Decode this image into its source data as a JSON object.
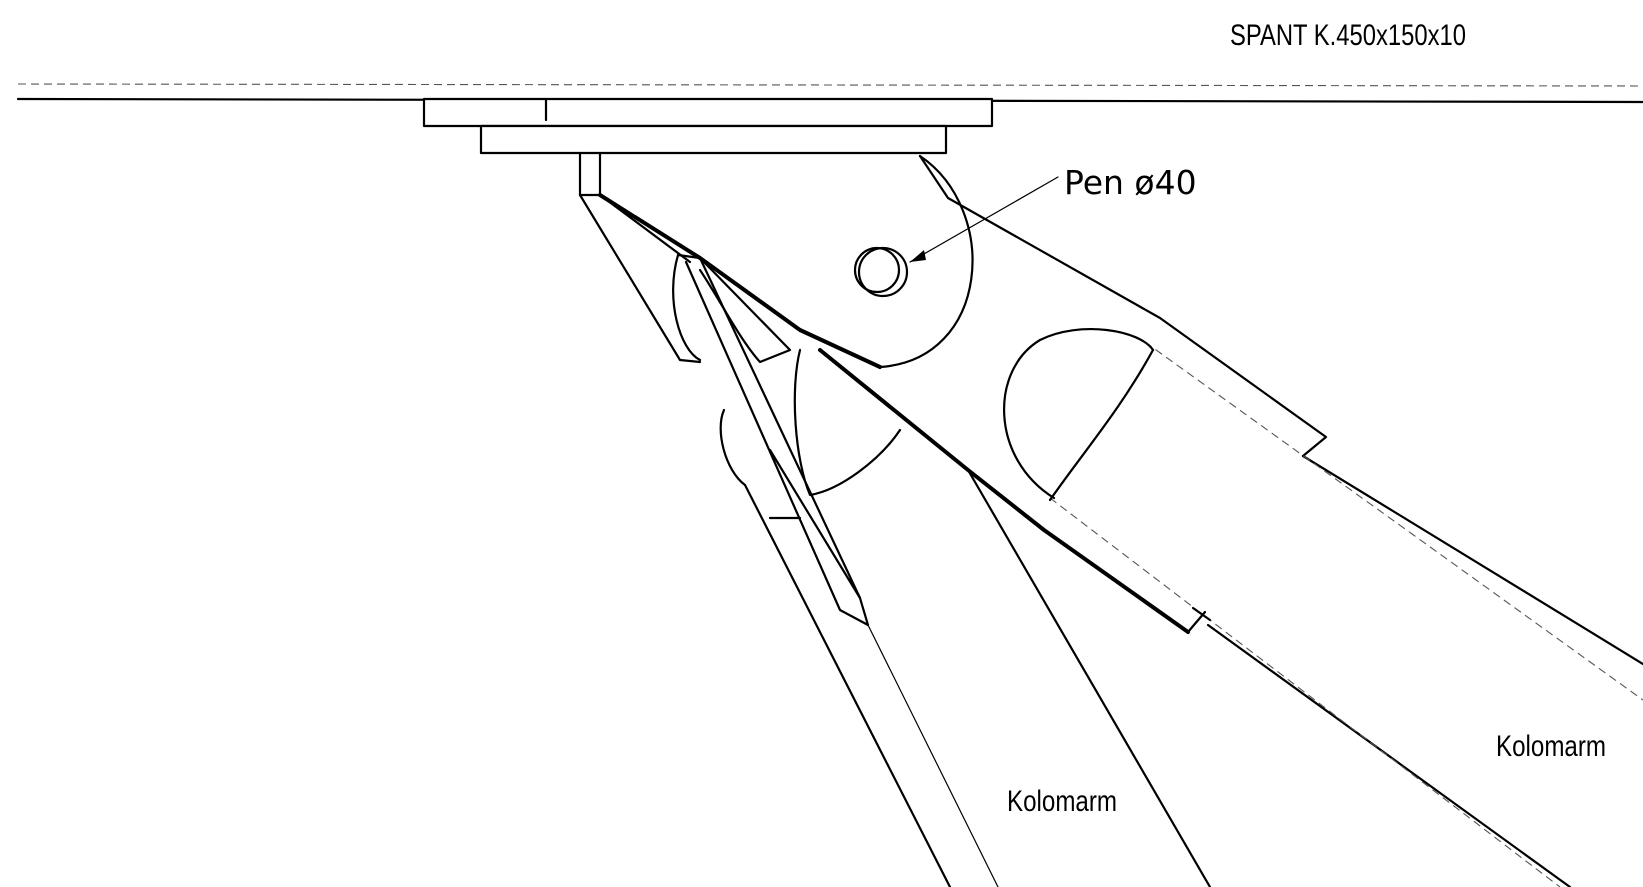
{
  "drawing": {
    "labels": {
      "spant": "SPANT K.450x150x10",
      "pen": "Pen ø40",
      "kolomarm_left": "Kolomarm",
      "kolomarm_right": "Kolomarm"
    }
  }
}
